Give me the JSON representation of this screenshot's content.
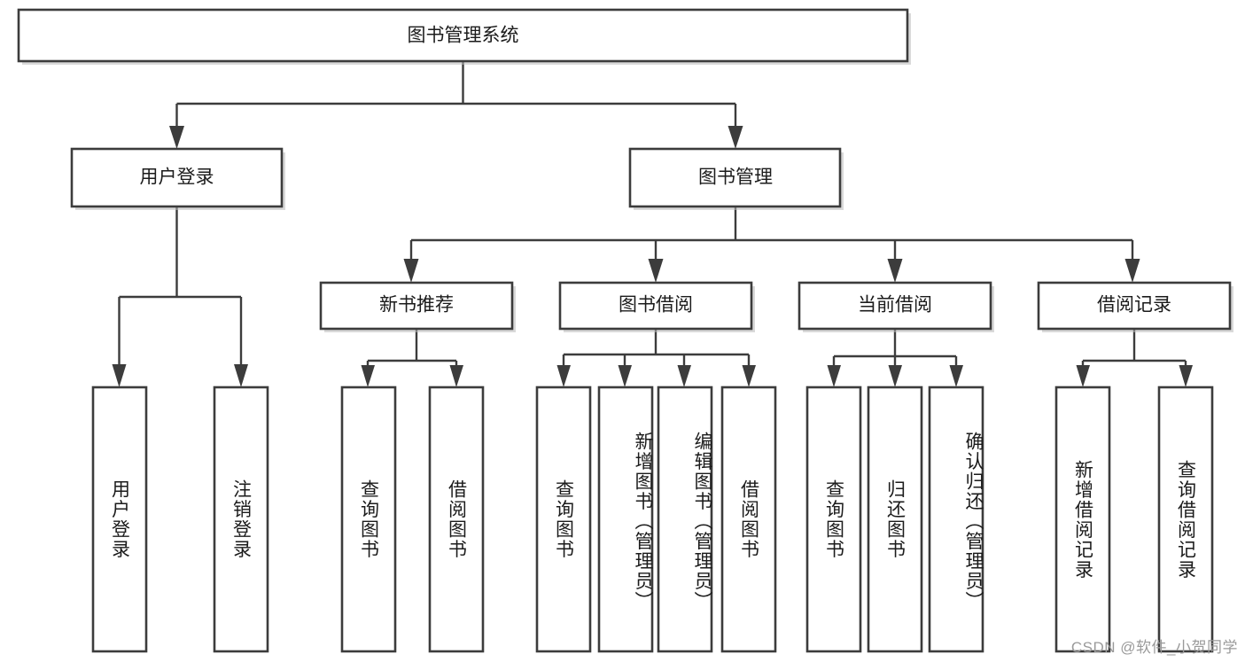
{
  "diagram": {
    "type": "tree-hierarchy",
    "title": "图书管理系统",
    "orientation": "top-down",
    "colors": {
      "box_stroke": "#3c3c3c",
      "box_fill": "#ffffff",
      "connector": "#3c3c3c",
      "text": "#1b1b1b",
      "background": "#ffffff",
      "watermark": "#9a9a9a"
    },
    "root": {
      "label": "图书管理系统"
    },
    "level2": [
      {
        "label": "用户登录"
      },
      {
        "label": "图书管理"
      }
    ],
    "level3": [
      {
        "label": "新书推荐"
      },
      {
        "label": "图书借阅"
      },
      {
        "label": "当前借阅"
      },
      {
        "label": "借阅记录"
      }
    ],
    "leaves": {
      "user_login": [
        {
          "label": "用户登录"
        },
        {
          "label": "注销登录"
        }
      ],
      "new_book_recommend": [
        {
          "label": "查询图书"
        },
        {
          "label": "借阅图书"
        }
      ],
      "book_borrow": [
        {
          "label": "查询图书"
        },
        {
          "label": "新增图书（管理员）"
        },
        {
          "label": "编辑图书（管理员）"
        },
        {
          "label": "借阅图书"
        }
      ],
      "current_borrow": [
        {
          "label": "查询图书"
        },
        {
          "label": "归还图书"
        },
        {
          "label": "确认归还（管理员）"
        }
      ],
      "borrow_record": [
        {
          "label": "新增借阅记录"
        },
        {
          "label": "查询借阅记录"
        }
      ]
    }
  },
  "watermark": {
    "text": "CSDN @软件_小贺同学"
  }
}
